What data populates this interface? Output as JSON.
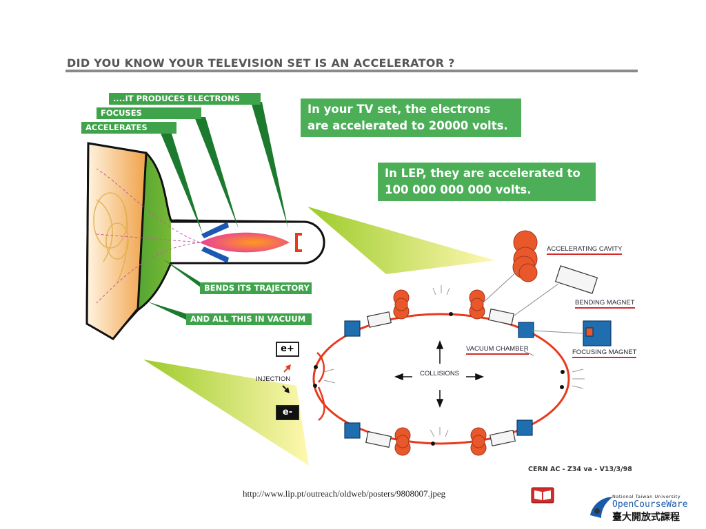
{
  "title": "DID YOU KNOW YOUR TELEVISION SET IS AN ACCELERATOR ?",
  "tv_labels": {
    "produces": "....IT PRODUCES ELECTRONS",
    "focuses": "FOCUSES",
    "accelerates": "ACCELERATES",
    "bends": "BENDS ITS TRAJECTORY",
    "vacuum": "AND ALL THIS IN VACUUM"
  },
  "info_tv": [
    "In your TV set, the electrons",
    "are accelerated to 20000 volts."
  ],
  "info_lep": [
    "In LEP, they are accelerated to",
    "100 000 000 000 volts."
  ],
  "lep_labels": {
    "accelerating_cavity": "ACCELERATING CAVITY",
    "bending_magnet": "BENDING MAGNET",
    "focusing_magnet": "FOCUSING MAGNET",
    "vacuum_chamber": "VACUUM CHAMBER",
    "collisions": "COLLISIONS",
    "injection": "INJECTION",
    "positron": "e+",
    "electron": "e-"
  },
  "credit": "CERN AC - Z34 va - V13/3/98",
  "source_url": "http://www.lip.pt/outreach/oldweb/posters/9808007.jpeg",
  "logo": {
    "line1": "National Taiwan University",
    "line2": "OpenCourseWare",
    "line3": "臺大開放式課程"
  },
  "colors": {
    "green": "#3ea34a",
    "beam_red": "#e8391d",
    "magnet_blue": "#1f6fb0",
    "cavity_orange": "#e8582a"
  },
  "icons": [
    "book-icon",
    "ntu-logo-icon"
  ]
}
